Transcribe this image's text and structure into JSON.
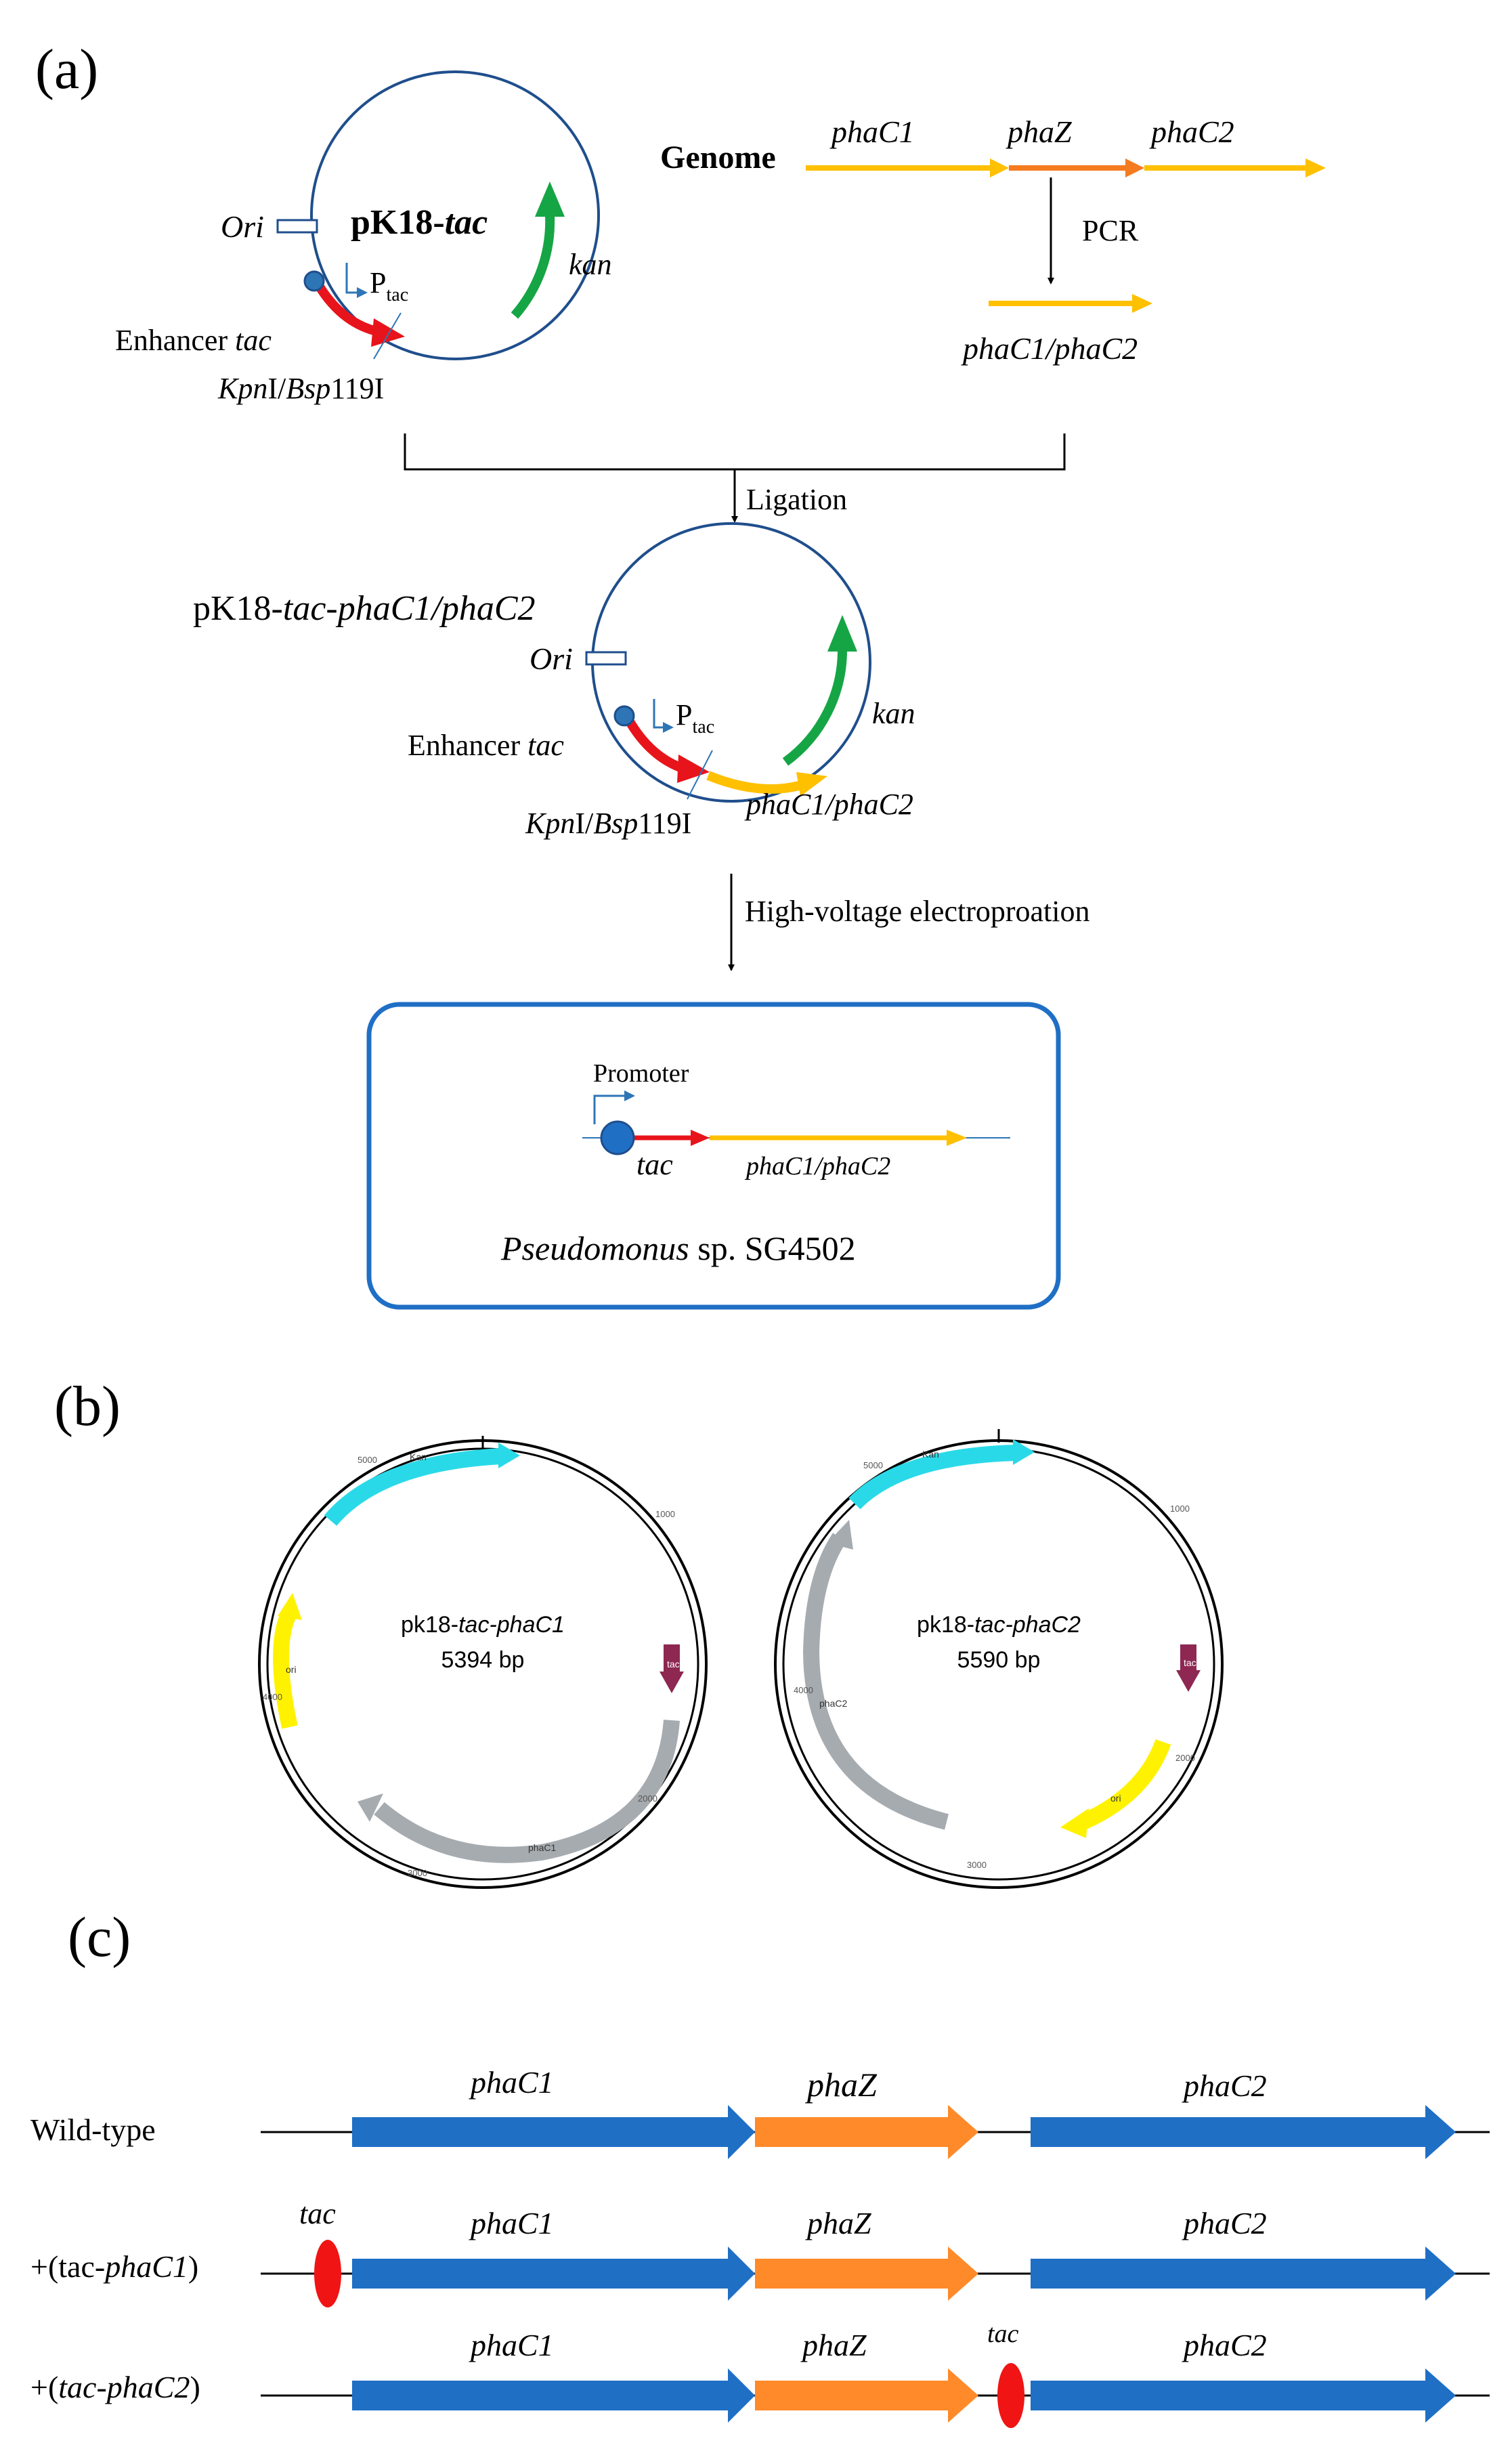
{
  "panel_labels": {
    "a": "(a)",
    "b": "(b)",
    "c": "(c)"
  },
  "panel_a": {
    "plasmid1": {
      "name_prefix": "pK18-",
      "name_italic": "tac",
      "ori": "Ori",
      "ptac_main": "P",
      "ptac_sub": "tac",
      "enhancer_prefix": "Enhancer ",
      "enhancer_italic": "tac",
      "kan": "kan",
      "site_a_italic": "Kpn",
      "site_a": "I/",
      "site_b_italic": "Bsp",
      "site_b": "119I"
    },
    "genome": {
      "label": "Genome",
      "gene1": "phaC1",
      "gene2": "phaZ",
      "gene3": "phaC2",
      "pcr": "PCR",
      "product": "phaC1/phaC2"
    },
    "ligation": "Ligation",
    "plasmid2": {
      "name_prefix": "pK18-",
      "name_italic": "tac-phaC1/phaC2",
      "ori": "Ori",
      "ptac_main": "P",
      "ptac_sub": "tac",
      "enhancer_prefix": "Enhancer ",
      "enhancer_italic": "tac",
      "kan": "kan",
      "insert": "phaC1/phaC2",
      "site_a_italic": "Kpn",
      "site_a": "I/",
      "site_b_italic": "Bsp",
      "site_b": "119I"
    },
    "electroporation": "High-voltage electroproation",
    "box": {
      "promoter": "Promoter",
      "tac": "tac",
      "gene": "phaC1/phaC2",
      "organism_italic": "Pseudomonus",
      "organism_rest": " sp. SG4502"
    }
  },
  "panel_b": {
    "maps": [
      {
        "title_prefix": "pk18-",
        "title_italic": "tac-phaC1",
        "size": "5394 bp",
        "features": {
          "kan": "Kan",
          "tac": "tac",
          "gene": "phaC1",
          "ori": "ori"
        },
        "ticks": {
          "t1000": "1000",
          "t2000": "2000",
          "t3000": "3000",
          "t4000": "4000",
          "t5000": "5000"
        }
      },
      {
        "title_prefix": "pk18-",
        "title_italic": "tac-phaC2",
        "size": "5590 bp",
        "features": {
          "kan": "Kan",
          "tac": "tac",
          "gene": "phaC2",
          "ori": "ori"
        },
        "ticks": {
          "t1000": "1000",
          "t2000": "2000",
          "t3000": "3000",
          "t4000": "4000",
          "t5000": "5000"
        }
      }
    ]
  },
  "panel_c": {
    "rows": [
      {
        "label": "Wild-type",
        "label_italic": "",
        "label_suffix": ""
      },
      {
        "label": "+(tac-",
        "label_italic": "phaC1",
        "label_suffix": ")"
      },
      {
        "label": "+(",
        "label_italic": "tac-phaC2",
        "label_suffix": ")"
      }
    ],
    "genes": {
      "g1": "phaC1",
      "g2": "phaZ",
      "g3": "phaC2"
    },
    "tac": "tac"
  },
  "colors": {
    "backbone": "#1F4E8C",
    "tac_arrow": "#E8141B",
    "kan_arrow": "#16A545",
    "gene_yellow": "#FFC000",
    "phaZ_orange": "#F47B20",
    "promoter_blue": "#2E75B6",
    "gene_blue": "#1F6FC5",
    "gene_orange": "#FF8A2A",
    "map_cyan": "#2AD9E8",
    "map_yellow": "#FFF200",
    "map_gray": "#A6ABB0",
    "map_maroon": "#8E2752"
  }
}
